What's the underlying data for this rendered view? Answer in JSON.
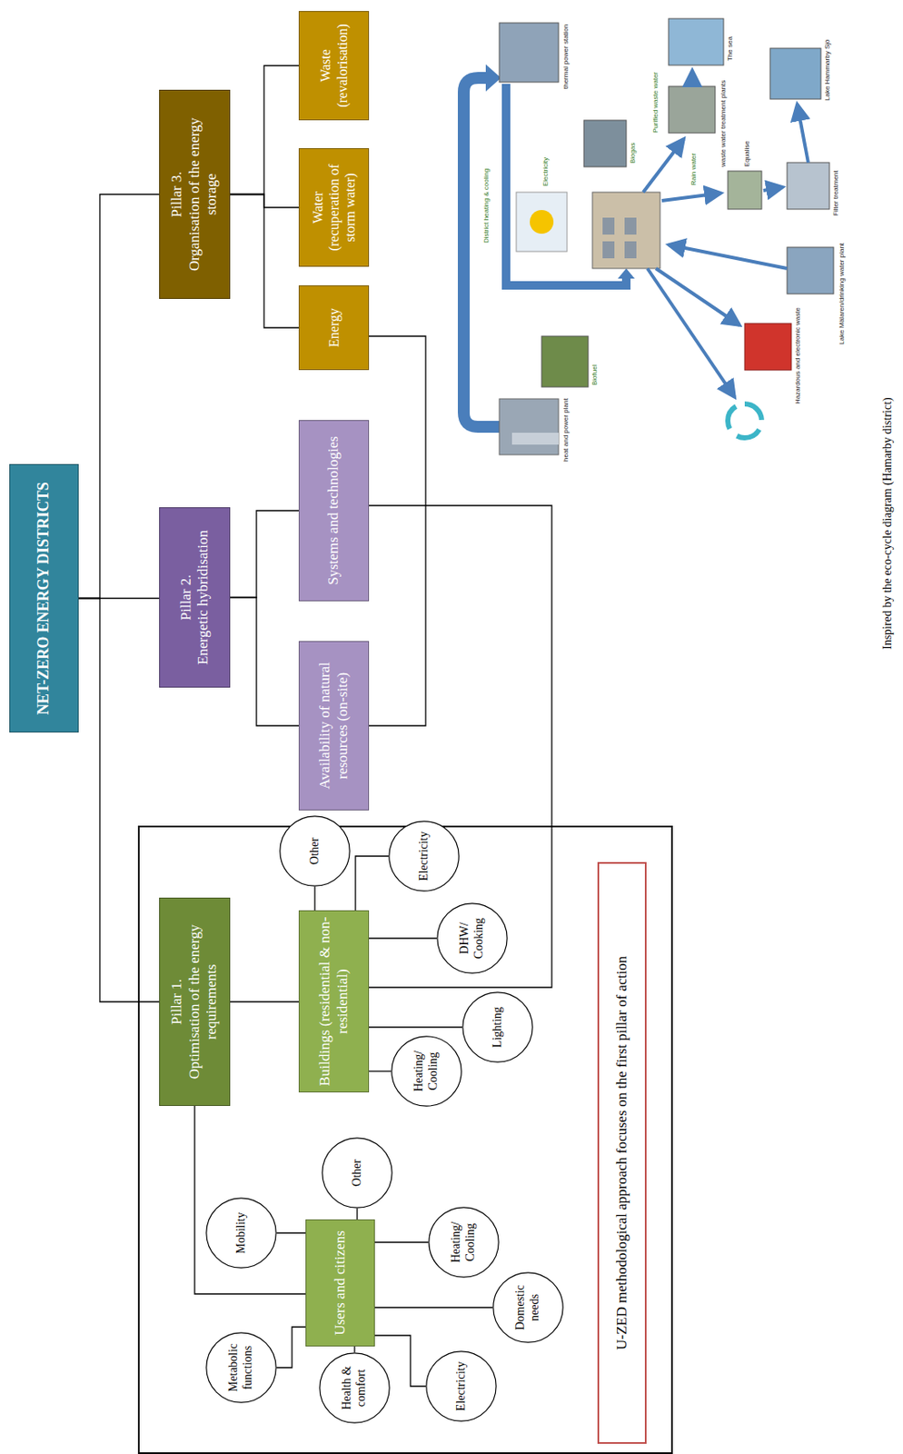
{
  "diagram": {
    "caption": "Inspired by the eco-cycle diagram (Hamarby district)",
    "nodes": [
      {
        "text": [
          "NET-ZERO ENERGY DISTRICTS"
        ]
      },
      {
        "text": [
          "Pillar 1.",
          "Optimisation of the energy requirements"
        ]
      },
      {
        "text": [
          "Users and citizens"
        ]
      },
      {
        "text": [
          "Metabolic functions"
        ]
      },
      {
        "text": [
          "Mobility"
        ]
      },
      {
        "text": [
          "Other"
        ]
      },
      {
        "text": [
          "Heating/ Cooling"
        ]
      },
      {
        "text": [
          "Domestic needs"
        ]
      },
      {
        "text": [
          "Electricity"
        ]
      },
      {
        "text": [
          "Health & comfort"
        ]
      },
      {
        "text": [
          "Buildings (residential & non-residential)"
        ]
      },
      {
        "text": [
          "Heating/ Cooling"
        ]
      },
      {
        "text": [
          "Lighting"
        ]
      },
      {
        "text": [
          "DHW/ Cooking"
        ]
      },
      {
        "text": [
          "Electricity"
        ]
      },
      {
        "text": [
          "Other"
        ]
      },
      {
        "text": [
          "Pillar 2.",
          "Energetic hybridisation"
        ]
      },
      {
        "text": [
          "Availability of natural resources (on-site)"
        ]
      },
      {
        "text": [
          "Systems and technologies"
        ]
      },
      {
        "text": [
          "Pillar 3.",
          "Organisation of the energy storage"
        ]
      },
      {
        "text": [
          "Energy"
        ]
      },
      {
        "text": [
          "Water (recuperation of storm water)"
        ]
      },
      {
        "text": [
          "Waste (revalorisation)"
        ]
      },
      {
        "text": [
          "U-ZED methodological approach focuses on the first pillar of action"
        ]
      }
    ],
    "edges": [
      {
        "from": 0,
        "to": 1,
        "arrow": "none"
      },
      {
        "from": 0,
        "to": 16,
        "arrow": "none"
      },
      {
        "from": 0,
        "to": 19,
        "arrow": "none"
      },
      {
        "from": 1,
        "to": 2,
        "arrow": "none"
      },
      {
        "from": 1,
        "to": 10,
        "arrow": "none"
      },
      {
        "from": 2,
        "to": 3,
        "arrow": "none"
      },
      {
        "from": 2,
        "to": 4,
        "arrow": "none"
      },
      {
        "from": 2,
        "to": 5,
        "arrow": "none"
      },
      {
        "from": 2,
        "to": 6,
        "arrow": "none"
      },
      {
        "from": 2,
        "to": 7,
        "arrow": "none"
      },
      {
        "from": 2,
        "to": 8,
        "arrow": "none"
      },
      {
        "from": 2,
        "to": 9,
        "arrow": "none"
      },
      {
        "from": 10,
        "to": 11,
        "arrow": "none"
      },
      {
        "from": 10,
        "to": 12,
        "arrow": "none"
      },
      {
        "from": 10,
        "to": 13,
        "arrow": "none"
      },
      {
        "from": 10,
        "to": 14,
        "arrow": "none"
      },
      {
        "from": 10,
        "to": 15,
        "arrow": "none"
      },
      {
        "from": 16,
        "to": 17,
        "arrow": "none"
      },
      {
        "from": 16,
        "to": 18,
        "arrow": "none"
      },
      {
        "from": 19,
        "to": 20,
        "arrow": "none"
      },
      {
        "from": 19,
        "to": 21,
        "arrow": "none"
      },
      {
        "from": 19,
        "to": 22,
        "arrow": "none"
      },
      {
        "from": 20,
        "to": 17,
        "arrow": "none"
      },
      {
        "from": 18,
        "to": 10,
        "arrow": "none"
      }
    ],
    "labels": [
      "heat and power plant",
      "Biofuel",
      "thermal power station",
      "District heating & cooling",
      "Electricity",
      "Biogas",
      "Purified waste water",
      "The sea",
      "waste water treatment plants",
      "Rain water",
      "Equalise",
      "Filter treatment",
      "Lake Hammarby Sjö",
      "Lake Mälaren/drinking water plant",
      "Hazardous and electronic waste"
    ]
  }
}
